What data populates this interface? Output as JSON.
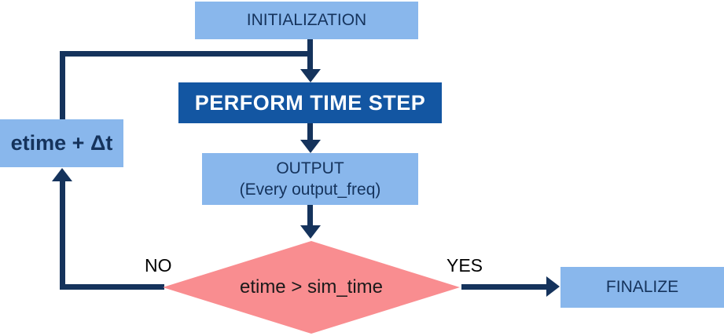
{
  "diagram": {
    "type": "flowchart",
    "nodes": {
      "initialization": {
        "label": "INITIALIZATION"
      },
      "perform_time_step": {
        "label": "PERFORM TIME STEP"
      },
      "output": {
        "label": "OUTPUT",
        "sublabel": "(Every output_freq)"
      },
      "decision": {
        "label": "etime > sim_time"
      },
      "etime_increment": {
        "label": "etime + Δt"
      },
      "finalize": {
        "label": "FINALIZE"
      }
    },
    "edges": {
      "no_label": "NO",
      "yes_label": "YES"
    },
    "colors": {
      "process_box_fill": "#89B7EC",
      "highlight_box_fill": "#1356A2",
      "decision_fill": "#F98D90",
      "connector_navy": "#15335C",
      "box_text_navy": "#15335C",
      "decision_text": "#1a1a1a",
      "highlight_text": "#ffffff"
    }
  }
}
